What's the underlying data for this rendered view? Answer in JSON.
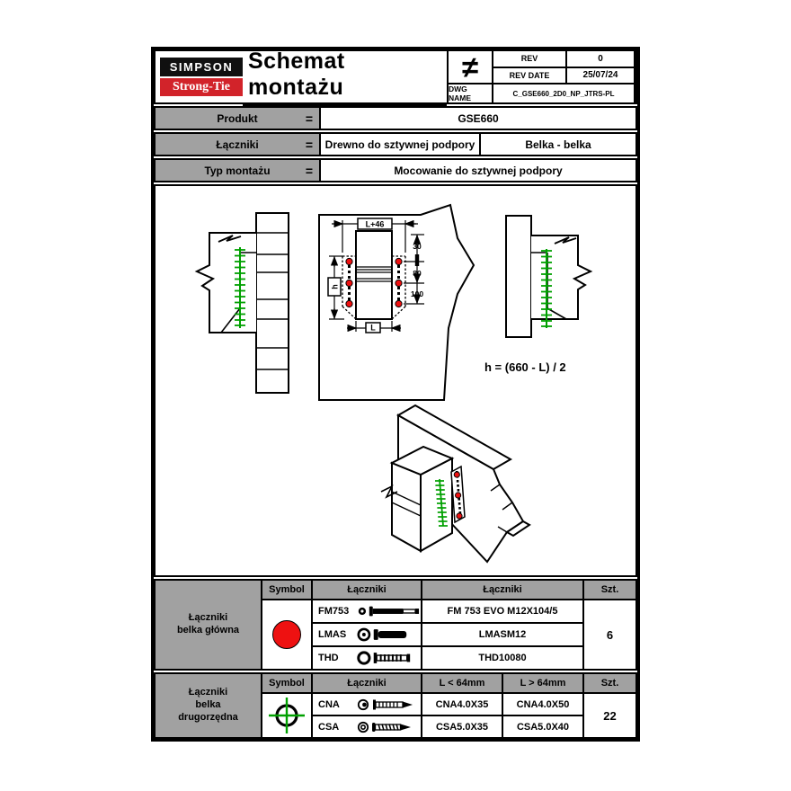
{
  "header": {
    "brand_top": "SIMPSON",
    "brand_bottom": "Strong-Tie",
    "title": "Schemat montażu",
    "projection_symbol": "≠",
    "rev": {
      "label": "REV",
      "value": "0"
    },
    "rev_date": {
      "label": "REV DATE",
      "value": "25/07/24"
    },
    "dwg": {
      "label": "DWG NAME",
      "value": "C_GSE660_2D0_NP_JTRS-PL"
    }
  },
  "info": {
    "eq": "=",
    "rows": [
      {
        "label": "Produkt",
        "values": [
          "GSE660"
        ]
      },
      {
        "label": "Łączniki",
        "values": [
          "Drewno do sztywnej podpory",
          "Belka - belka"
        ]
      },
      {
        "label": "Typ montażu",
        "values": [
          "Mocowanie do sztywnej podpory"
        ]
      }
    ]
  },
  "drawing": {
    "dim_width_top": "L+46",
    "dim_height": "h",
    "dim_width_bottom": "L",
    "dim_offsets": [
      "30",
      "80",
      "100"
    ],
    "formula": "h = (660 - L) / 2",
    "colors": {
      "screw_green": "#00a000",
      "bolt_red": "#ee1111"
    }
  },
  "table_main_beam": {
    "label_lines": [
      "Łączniki",
      "belka główna"
    ],
    "headers": {
      "symbol": "Symbol",
      "fasteners": "Łączniki",
      "fasteners2": "Łączniki",
      "qty": "Szt."
    },
    "symbol_icon": "red-filled-circle",
    "rows": [
      {
        "code": "FM753",
        "icon": "washer-bolt-icon",
        "name": "FM 753 EVO M12X104/5"
      },
      {
        "code": "LMAS",
        "icon": "ring-bolt-icon",
        "name": "LMASM12"
      },
      {
        "code": "THD",
        "icon": "ring-threaded-rod-icon",
        "name": "THD10080"
      }
    ],
    "qty": "6"
  },
  "table_secondary_beam": {
    "label_lines": [
      "Łączniki",
      "belka",
      "drugorzędna"
    ],
    "headers": {
      "symbol": "Symbol",
      "fasteners": "Łączniki",
      "short": "L < 64mm",
      "long": "L > 64mm",
      "qty": "Szt."
    },
    "symbol_icon": "crosshair-circle",
    "rows": [
      {
        "code": "CNA",
        "icon": "nail-icon",
        "short": "CNA4.0X35",
        "long": "CNA4.0X50"
      },
      {
        "code": "CSA",
        "icon": "screw-icon",
        "short": "CSA5.0X35",
        "long": "CSA5.0X40"
      }
    ],
    "qty": "22"
  }
}
